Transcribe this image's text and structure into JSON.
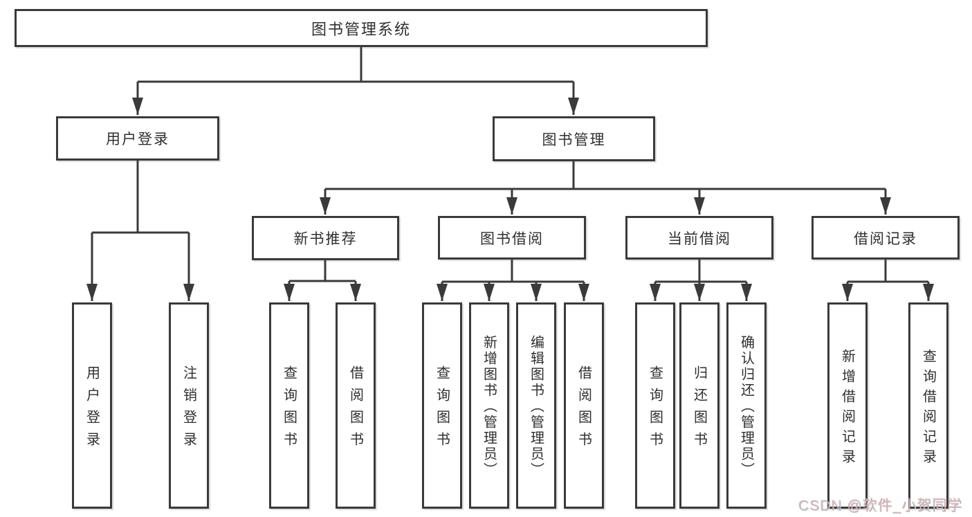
{
  "title": "图书管理系统",
  "watermark": "CSDN @软件_小贺同学",
  "colors": {
    "line": "#3a3a3a",
    "box_border": "#3a3a3a",
    "text": "#2f2f2f",
    "watermark": "#b9bdc4"
  },
  "nodes": {
    "root": "图书管理系统",
    "user_login": "用户登录",
    "book_manage": "图书管理",
    "new_book": "新书推荐",
    "book_borrow": "图书借阅",
    "current_borrow": "当前借阅",
    "borrow_record": "借阅记录",
    "leaf_user_login": "用户登录",
    "leaf_logout": "注销登录",
    "leaf_nb_query": "查询图书",
    "leaf_nb_borrow": "借阅图书",
    "leaf_bb_query": "查询图书",
    "leaf_bb_add": "新增图书（管理员）",
    "leaf_bb_edit": "编辑图书（管理员）",
    "leaf_bb_borrow": "借阅图书",
    "leaf_cb_query": "查询图书",
    "leaf_cb_return": "归还图书",
    "leaf_cb_confirm": "确认归还（管理员）",
    "leaf_rec_add": "新增借阅记录",
    "leaf_rec_query": "查询借阅记录"
  },
  "hierarchy": [
    [
      "root",
      "user_login"
    ],
    [
      "root",
      "book_manage"
    ],
    [
      "user_login",
      "leaf_user_login"
    ],
    [
      "user_login",
      "leaf_logout"
    ],
    [
      "book_manage",
      "new_book"
    ],
    [
      "book_manage",
      "book_borrow"
    ],
    [
      "book_manage",
      "current_borrow"
    ],
    [
      "book_manage",
      "borrow_record"
    ],
    [
      "new_book",
      "leaf_nb_query"
    ],
    [
      "new_book",
      "leaf_nb_borrow"
    ],
    [
      "book_borrow",
      "leaf_bb_query"
    ],
    [
      "book_borrow",
      "leaf_bb_add"
    ],
    [
      "book_borrow",
      "leaf_bb_edit"
    ],
    [
      "book_borrow",
      "leaf_bb_borrow"
    ],
    [
      "current_borrow",
      "leaf_cb_query"
    ],
    [
      "current_borrow",
      "leaf_cb_return"
    ],
    [
      "current_borrow",
      "leaf_cb_confirm"
    ],
    [
      "borrow_record",
      "leaf_rec_add"
    ],
    [
      "borrow_record",
      "leaf_rec_query"
    ]
  ]
}
